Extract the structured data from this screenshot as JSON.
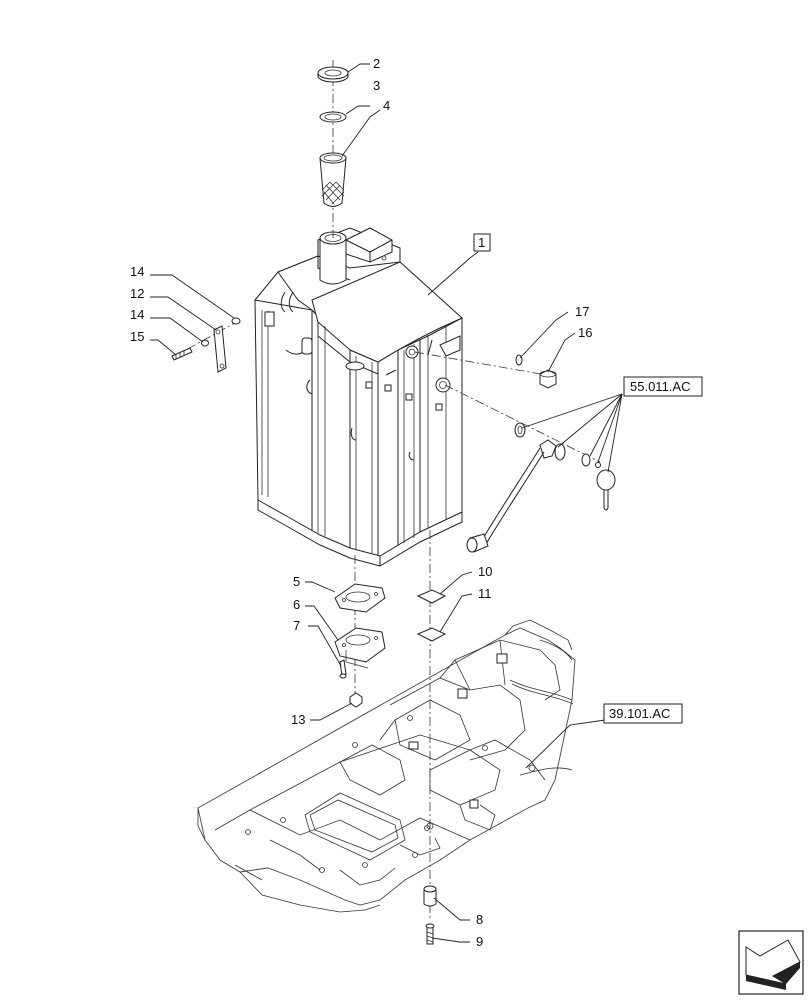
{
  "callouts": {
    "c1": "1",
    "c2": "2",
    "c3": "3",
    "c4": "4",
    "c5": "5",
    "c6": "6",
    "c7": "7",
    "c8": "8",
    "c9": "9",
    "c10": "10",
    "c11": "11",
    "c12": "12",
    "c13": "13",
    "c14a": "14",
    "c14b": "14",
    "c15": "15",
    "c16": "16",
    "c17": "17"
  },
  "references": {
    "ref_sender": "55.011.AC",
    "ref_frame": "39.101.AC"
  },
  "navigation": {
    "icon": "direction-arrow-icon"
  }
}
